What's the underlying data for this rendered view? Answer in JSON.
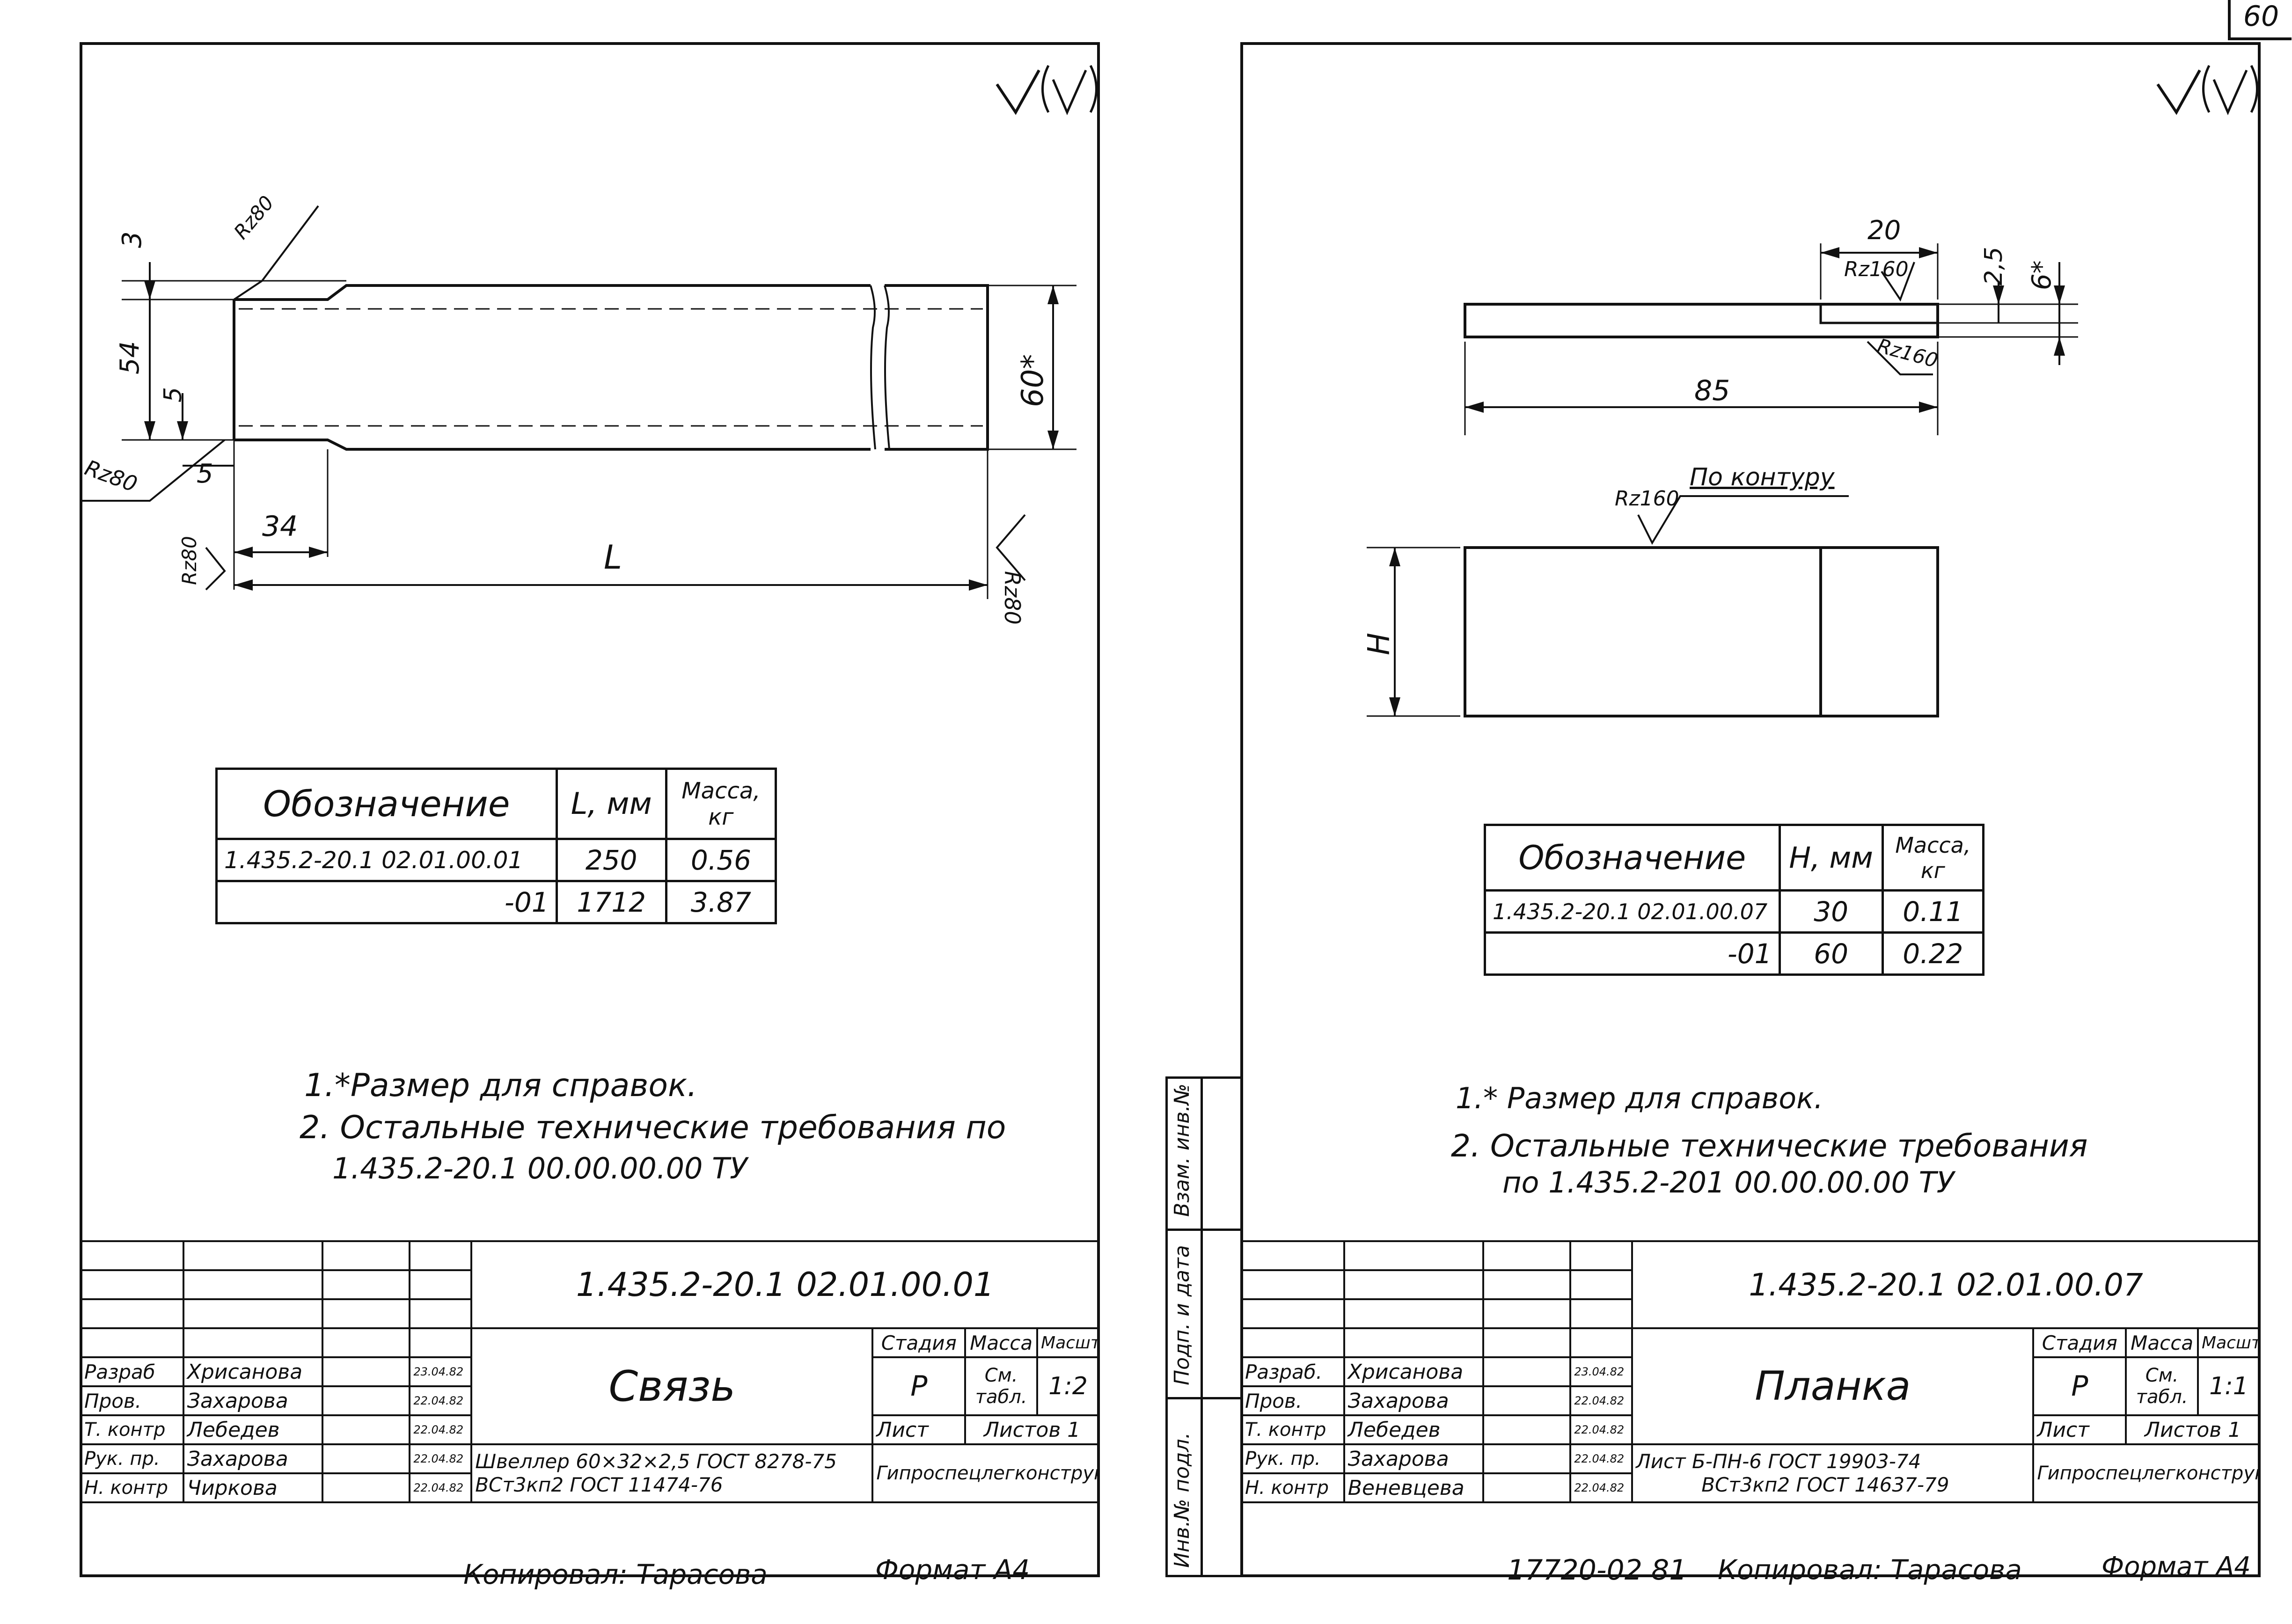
{
  "page_corner_number": "60",
  "left_sheet": {
    "roughness_symbol": "√(√)",
    "dims": {
      "d3": "3",
      "d54": "54",
      "d5a": "5",
      "d5b": "5",
      "d34": "34",
      "dL": "L",
      "d60": "60*"
    },
    "roughness": [
      "Rz80",
      "Rz80",
      "Rz80",
      "Rz80"
    ],
    "spec_table": {
      "headers": [
        "Обозначение",
        "L, мм",
        "Масса, кг"
      ],
      "rows": [
        [
          "1.435.2-20.1 02.01.00.01",
          "250",
          "0.56"
        ],
        [
          "-01",
          "1712",
          "3.87"
        ]
      ]
    },
    "notes": [
      "1.*Размер для справок.",
      "2. Остальные технические требования по",
      "1.435.2-20.1 00.00.00.00 ТУ"
    ],
    "title_block": {
      "code": "1.435.2-20.1 02.01.00.01",
      "name": "Связь",
      "stage_header": "Стадия",
      "mass_header": "Масса",
      "scale_header": "Масштаб",
      "stage": "Р",
      "mass": "См. табл.",
      "scale": "1:2",
      "sheet_label": "Лист",
      "sheets_label": "Листов 1",
      "material_1": "Швеллер 60×32×2,5 ГОСТ 8278-75",
      "material_2": "ВСт3кп2 ГОСТ 11474-76",
      "organization": "Гипроспецлегконструкция",
      "roles": [
        {
          "role": "Разраб",
          "name": "Хрисанова",
          "date": "23.04.82"
        },
        {
          "role": "Пров.",
          "name": "Захарова",
          "date": "22.04.82"
        },
        {
          "role": "Т. контр",
          "name": "Лебедев",
          "date": "22.04.82"
        },
        {
          "role": "Рук. пр.",
          "name": "Захарова",
          "date": "22.04.82"
        },
        {
          "role": "Н. контр",
          "name": "Чиркова",
          "date": "22.04.82"
        }
      ]
    },
    "copied_by": "Копировал: Тарасова",
    "format": "Формат А4"
  },
  "right_sheet": {
    "roughness_symbol": "√(√)",
    "dims": {
      "d20": "20",
      "d25": "2,5",
      "d6": "6*",
      "d85": "85",
      "dH": "H"
    },
    "roughness": [
      "Rz160",
      "Rz160",
      "Rz160"
    ],
    "contour_label": "По контуру",
    "spec_table": {
      "headers": [
        "Обозначение",
        "H, мм",
        "Масса, кг"
      ],
      "rows": [
        [
          "1.435.2-20.1 02.01.00.07",
          "30",
          "0.11"
        ],
        [
          "-01",
          "60",
          "0.22"
        ]
      ]
    },
    "notes": [
      "1.* Размер для справок.",
      "2. Остальные технические требования",
      "по 1.435.2-201 00.00.00.00 ТУ"
    ],
    "side_labels": [
      "Взам. инв.№",
      "Подп. и дата",
      "Инв.№ подл."
    ],
    "title_block": {
      "code": "1.435.2-20.1 02.01.00.07",
      "name": "Планка",
      "stage_header": "Стадия",
      "mass_header": "Масса",
      "scale_header": "Масштаб",
      "stage": "Р",
      "mass": "См. табл.",
      "scale": "1:1",
      "sheet_label": "Лист",
      "sheets_label": "Листов 1",
      "material_prefix": "Лист",
      "material_1": "Б-ПН-6 ГОСТ 19903-74",
      "material_2": "ВСт3кп2 ГОСТ 14637-79",
      "organization": "Гипроспецлегконструкция",
      "roles": [
        {
          "role": "Разраб.",
          "name": "Хрисанова",
          "date": "23.04.82"
        },
        {
          "role": "Пров.",
          "name": "Захарова",
          "date": "22.04.82"
        },
        {
          "role": "Т. контр",
          "name": "Лебедев",
          "date": "22.04.82"
        },
        {
          "role": "Рук. пр.",
          "name": "Захарова",
          "date": "22.04.82"
        },
        {
          "role": "Н. контр",
          "name": "Веневцева",
          "date": "22.04.82"
        }
      ]
    },
    "footer_number": "17720-02 81",
    "copied_by": "Копировал: Тарасова",
    "format": "Формат А4"
  }
}
